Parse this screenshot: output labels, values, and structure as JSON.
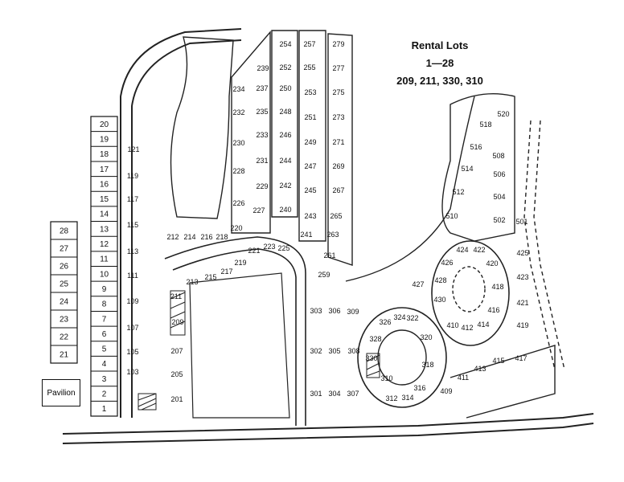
{
  "legend": {
    "title": "Rental Lots",
    "line1": "1—28",
    "line2": "209, 211, 330, 310"
  },
  "pavilion": "Pavilion",
  "left_column_lots": [
    "20",
    "19",
    "18",
    "17",
    "16",
    "15",
    "14",
    "13",
    "12",
    "11",
    "10",
    "9",
    "8",
    "7",
    "6",
    "5",
    "4",
    "3",
    "2",
    "1"
  ],
  "far_left_lots": [
    "28",
    "27",
    "26",
    "25",
    "24",
    "23",
    "22",
    "21"
  ],
  "map_lots": [
    "254",
    "257",
    "279",
    "239",
    "252",
    "255",
    "277",
    "234",
    "237",
    "250",
    "253",
    "275",
    "232",
    "235",
    "248",
    "251",
    "273",
    "230",
    "233",
    "246",
    "249",
    "271",
    "228",
    "231",
    "244",
    "247",
    "269",
    "229",
    "242",
    "245",
    "267",
    "226",
    "227",
    "240",
    "243",
    "265",
    "263",
    "261",
    "259",
    "241",
    "121",
    "119",
    "117",
    "115",
    "113",
    "111",
    "109",
    "107",
    "105",
    "103",
    "212",
    "214",
    "216",
    "218",
    "220",
    "221",
    "223",
    "225",
    "219",
    "217",
    "215",
    "213",
    "211",
    "209",
    "207",
    "205",
    "201",
    "303",
    "306",
    "309",
    "302",
    "305",
    "308",
    "301",
    "304",
    "307",
    "326",
    "324",
    "322",
    "320",
    "318",
    "316",
    "314",
    "312",
    "328",
    "330",
    "310",
    "518",
    "520",
    "516",
    "508",
    "514",
    "506",
    "512",
    "504",
    "510",
    "502",
    "501",
    "424",
    "422",
    "426",
    "420",
    "428",
    "418",
    "430",
    "416",
    "427",
    "410",
    "412",
    "414",
    "425",
    "423",
    "421",
    "419",
    "409",
    "411",
    "413",
    "415",
    "417"
  ]
}
